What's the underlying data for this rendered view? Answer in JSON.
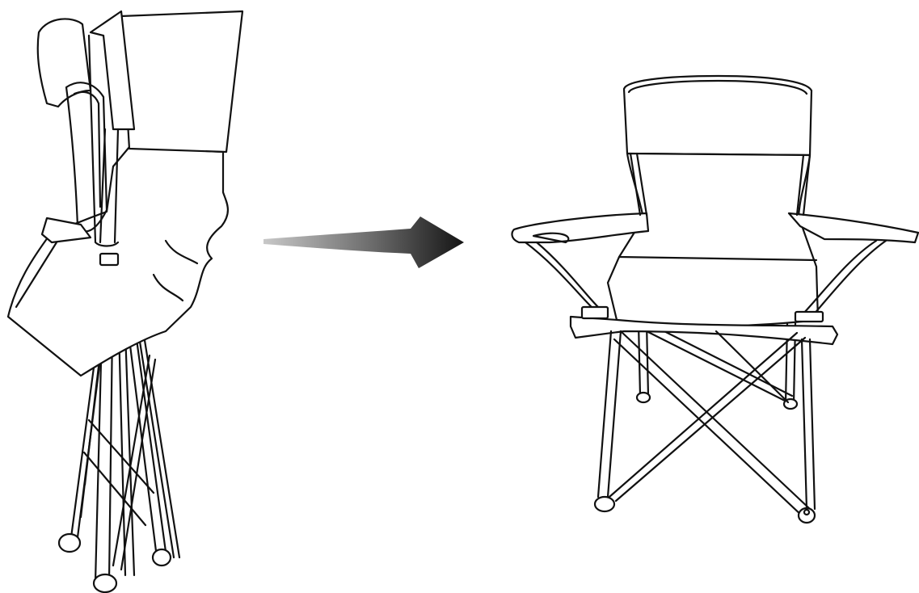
{
  "illustration": {
    "folded_chair": {
      "state": "folded",
      "icon": "folded-chair-icon"
    },
    "arrow": {
      "direction": "right",
      "icon": "right-arrow-icon",
      "color_start": "#c8c8c8",
      "color_end": "#141414"
    },
    "open_chair": {
      "state": "open",
      "icon": "open-chair-icon"
    }
  }
}
